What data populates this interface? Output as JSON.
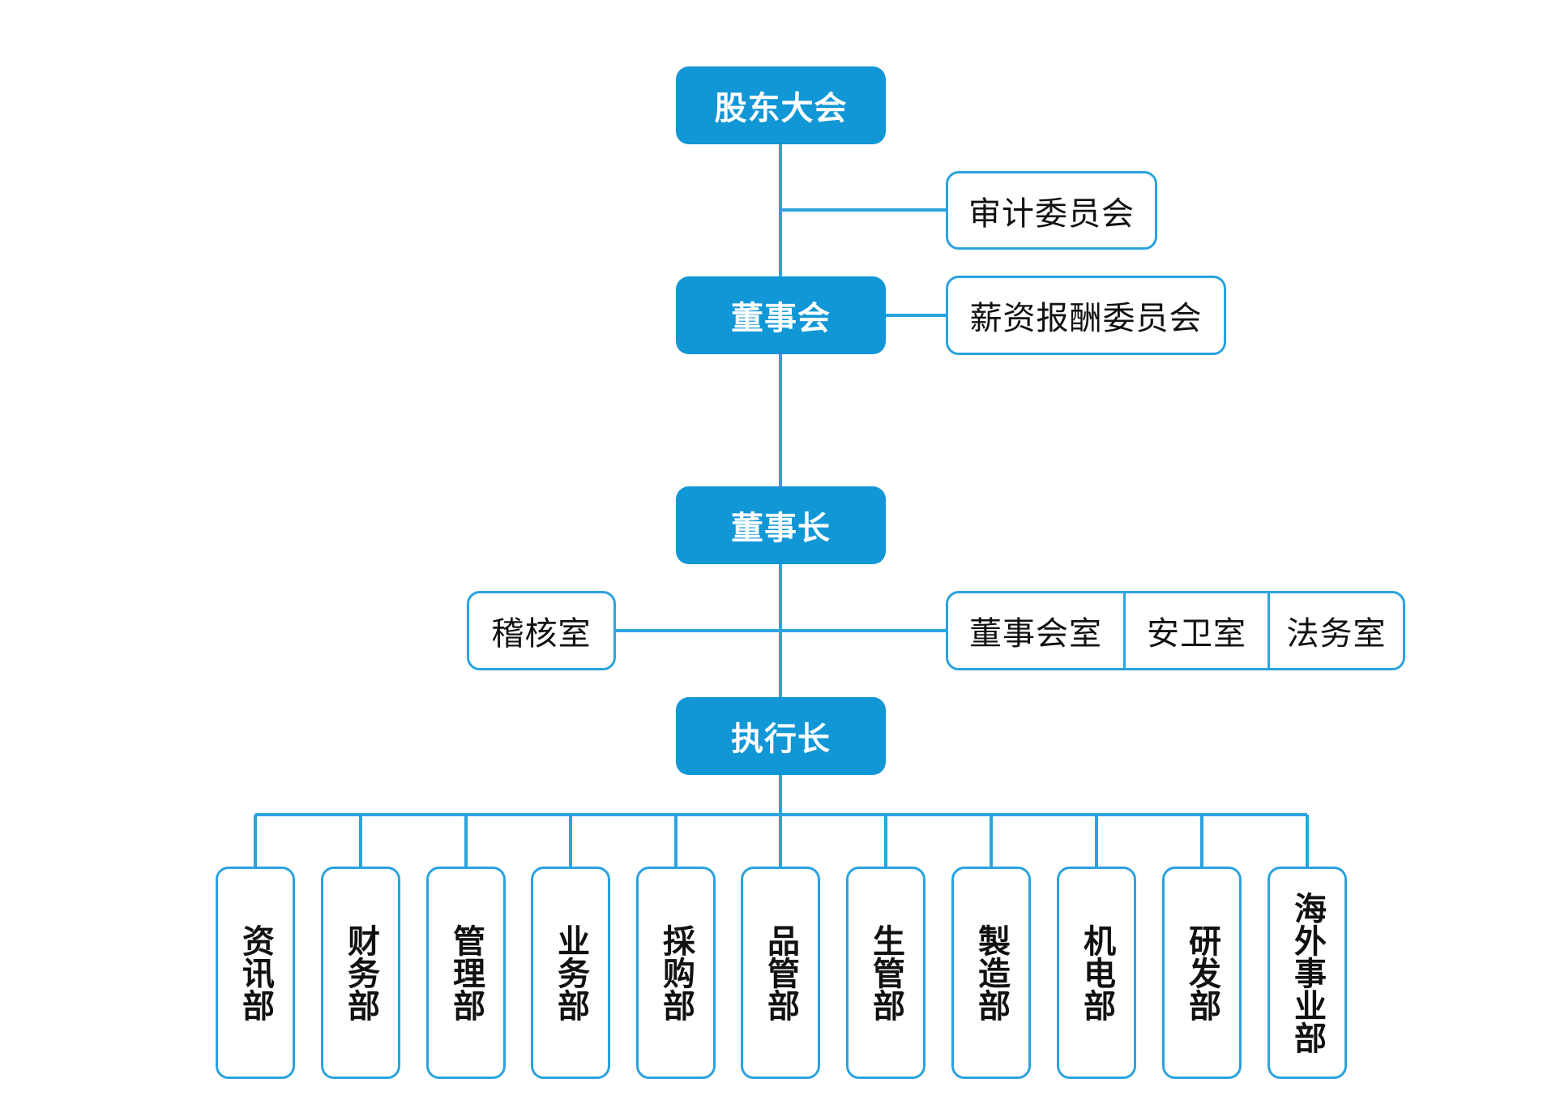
{
  "colors": {
    "primary_fill": "#1196d6",
    "outline": "#2aa3de",
    "connector": "#2aa3de",
    "text_dark": "#111111",
    "text_light": "#ffffff"
  },
  "chain": {
    "shareholders": "股东大会",
    "board": "董事会",
    "chairman": "董事长",
    "ceo": "执行长"
  },
  "committees": {
    "audit": "审计委员会",
    "compensation": "薪资报酬委员会"
  },
  "offices": {
    "audit_office": "稽核室",
    "board_office": "董事会室",
    "security_office": "安卫室",
    "legal_office": "法务室"
  },
  "departments": [
    "资讯部",
    "财务部",
    "管理部",
    "业务部",
    "採购部",
    "品管部",
    "生管部",
    "製造部",
    "机电部",
    "研发部",
    "海外事业部"
  ]
}
